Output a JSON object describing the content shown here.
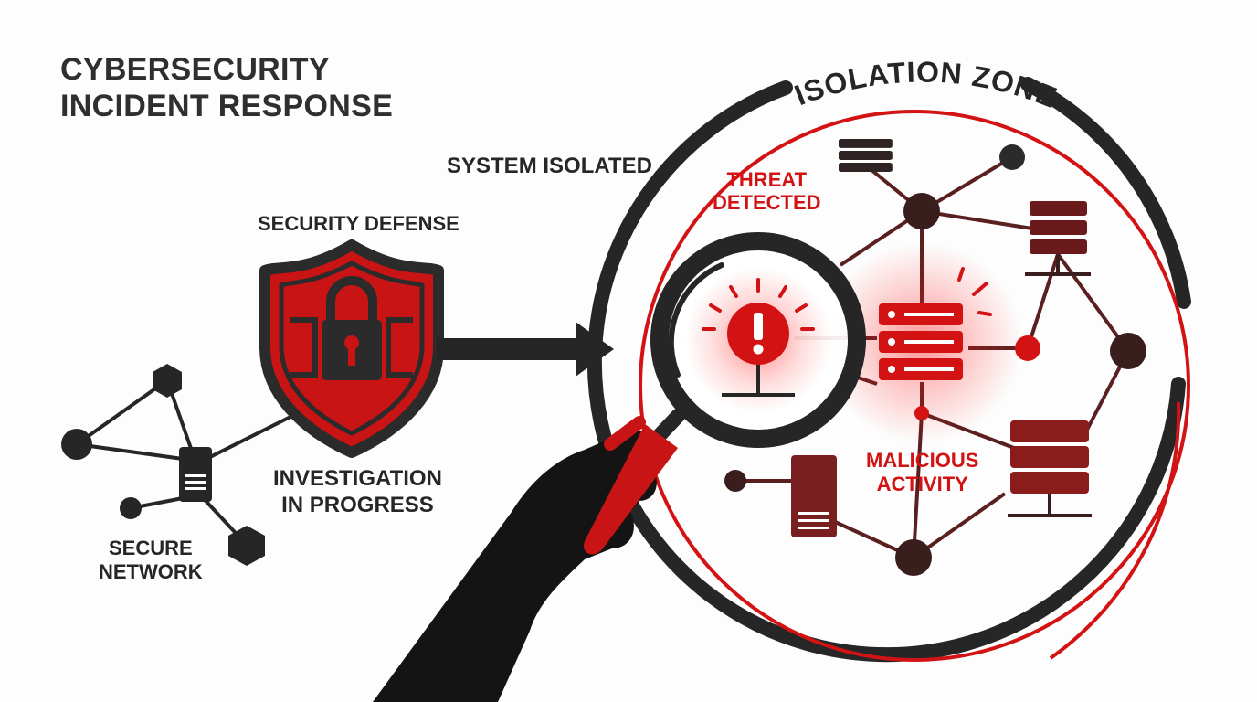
{
  "title": {
    "line1": "CYBERSECURITY",
    "line2": "INCIDENT RESPONSE"
  },
  "labels": {
    "system_isolated": "SYSTEM ISOLATED",
    "security_defense": "SECURITY DEFENSE",
    "investigation_line1": "INVESTIGATION",
    "investigation_line2": "IN PROGRESS",
    "secure_line1": "SECURE",
    "secure_line2": "NETWORK",
    "threat_line1": "THREAT",
    "threat_line2": "DETECTED",
    "malicious_line1": "MALICIOUS",
    "malicious_line2": "ACTIVITY",
    "isolation_zone": "ISOLATION ZONE"
  },
  "icons": {
    "shield": "shield-lock-icon",
    "magnifier": "magnifying-glass-icon",
    "alert": "exclamation-alert-icon",
    "server": "server-rack-icon",
    "hand": "hand-silhouette-icon"
  },
  "colors": {
    "accent_red": "#d31313",
    "dark": "#262626",
    "node_dark": "#3a1e1e",
    "background": "#fdfdfd"
  }
}
